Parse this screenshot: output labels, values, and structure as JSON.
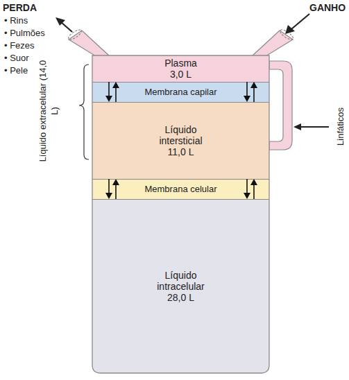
{
  "diagram": {
    "nodes": [
      {
        "text": [
          "Plasma",
          "3,0 L"
        ]
      },
      {
        "text": [
          "Membrana capilar"
        ]
      },
      {
        "text": [
          "Líquido intersticial",
          "11,0 L"
        ]
      },
      {
        "text": [
          "Membrana celular"
        ]
      },
      {
        "text": [
          "Líquido intracelular",
          "28,0 L"
        ]
      }
    ],
    "edges": [
      {
        "from": 0,
        "to": 2,
        "arrow": "to"
      },
      {
        "from": 2,
        "to": 0,
        "arrow": "to"
      },
      {
        "from": 0,
        "to": 2,
        "arrow": "to"
      },
      {
        "from": 2,
        "to": 0,
        "arrow": "to"
      },
      {
        "from": 2,
        "to": 4,
        "arrow": "to"
      },
      {
        "from": 4,
        "to": 2,
        "arrow": "to"
      },
      {
        "from": 2,
        "to": 4,
        "arrow": "to"
      },
      {
        "from": 4,
        "to": 2,
        "arrow": "to"
      }
    ],
    "labels": [
      "PERDA",
      "• Rins",
      "• Pulmões",
      "• Fezes",
      "• Suor",
      "• Pele",
      "GANHO",
      "Líquido extracelular (14,0 L)",
      "Linfáticos"
    ]
  }
}
